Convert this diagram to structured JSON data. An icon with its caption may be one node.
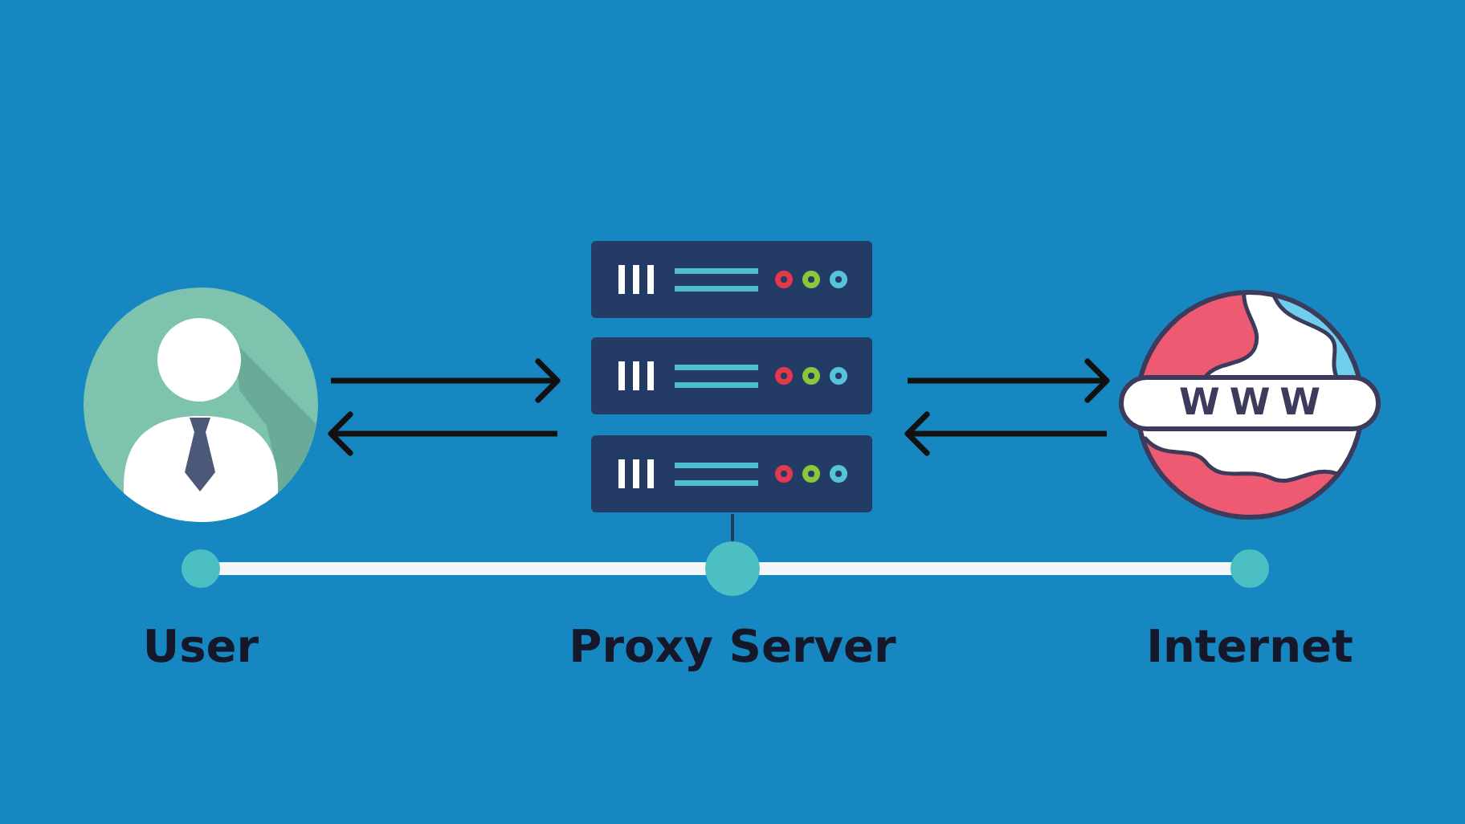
{
  "diagram": {
    "nodes": [
      {
        "text": [
          "User"
        ]
      },
      {
        "text": [
          "Proxy Server"
        ]
      },
      {
        "text": [
          "WWW",
          "Internet"
        ]
      }
    ],
    "edges": [
      {
        "from": 0,
        "to": 1,
        "arrow": "to"
      },
      {
        "from": 1,
        "to": 0,
        "arrow": "to"
      },
      {
        "from": 1,
        "to": 2,
        "arrow": "to"
      },
      {
        "from": 2,
        "to": 1,
        "arrow": "to"
      }
    ]
  }
}
